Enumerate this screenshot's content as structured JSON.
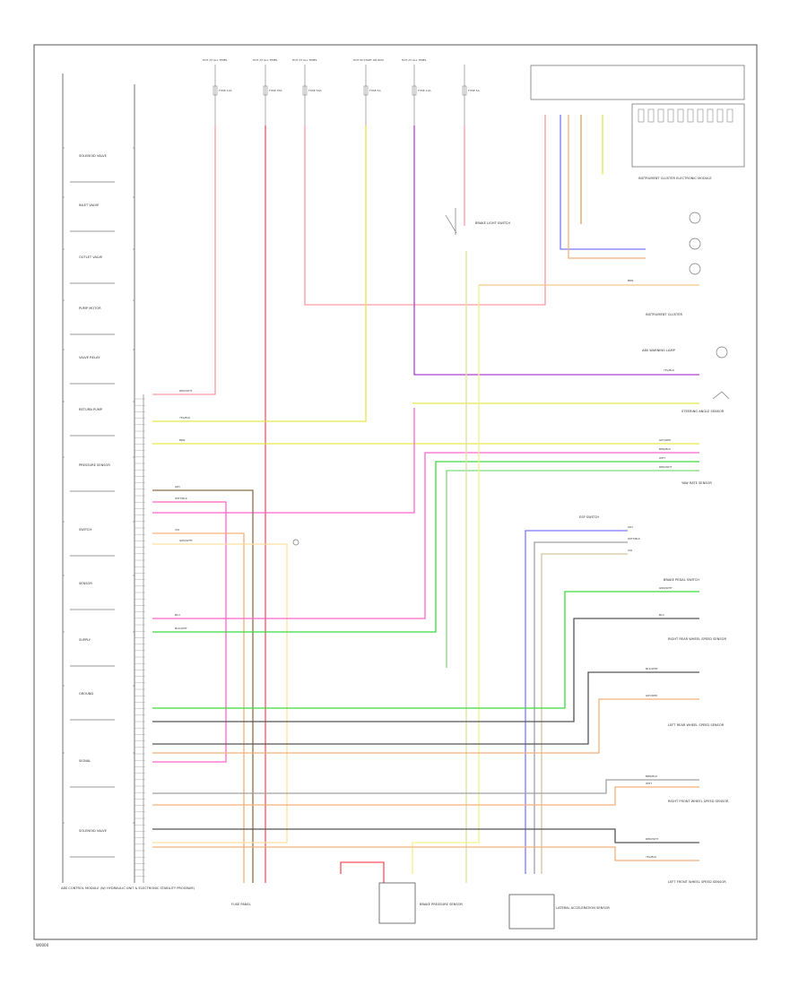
{
  "figure": {
    "main_module": {
      "name": "ABS CONTROL MODULE (W/ HYDRAULIC UNIT & ELECTRONIC STABILITY PROGRAM)"
    },
    "fuse_panel_label": "FUSE PANEL",
    "top_feeds": [
      "HOT AT ALL TIMES",
      "HOT AT ALL TIMES",
      "HOT AT ALL TIMES",
      "HOT IN START OR RUN",
      "HOT AT ALL TIMES"
    ],
    "fuse_ids": [
      "FUSE 10A",
      "FUSE 30A",
      "FUSE 50A",
      "FUSE 5A",
      "FUSE 10A",
      "FUSE 5A"
    ],
    "components": {
      "data_link": "INSTRUMENT CLUSTER ELECTRONIC MODULE",
      "cluster": "INSTRUMENT CLUSTER",
      "abs_warning": "ABS WARNING LAMP",
      "brake_pedal": "BRAKE PEDAL SWITCH",
      "brake_light": "BRAKE LIGHT SWITCH",
      "steering": "STEERING ANGLE SENSOR",
      "yaw": "YAW RATE SENSOR",
      "lr_sensor": "LEFT REAR WHEEL SPEED SENSOR",
      "rr_sensor": "RIGHT REAR WHEEL SPEED SENSOR",
      "lf_sensor": "LEFT FRONT WHEEL SPEED SENSOR",
      "rf_sensor": "RIGHT FRONT WHEEL SPEED SENSOR",
      "pressure": "BRAKE PRESSURE SENSOR",
      "esp_switch": "ESP SWITCH",
      "lateral": "LATERAL ACCELERATION SENSOR"
    },
    "pin_labels": [
      "SOLENOID VALVE",
      "INLET VALVE",
      "OUTLET VALVE",
      "PUMP MOTOR",
      "VALVE RELAY",
      "RETURN PUMP",
      "PRESSURE SENSOR",
      "SWITCH",
      "SENSOR",
      "SUPPLY",
      "GROUND",
      "SIGNAL"
    ],
    "wire_labels": [
      "RED/WHT",
      "YEL/BLK",
      "BRN",
      "GRY",
      "WHT/BLK",
      "VIO",
      "GRN/WHT",
      "BLU",
      "BLK/WHT",
      "GRY/RED",
      "BRN/BLU",
      "WHT"
    ],
    "footnote": "W0000"
  }
}
